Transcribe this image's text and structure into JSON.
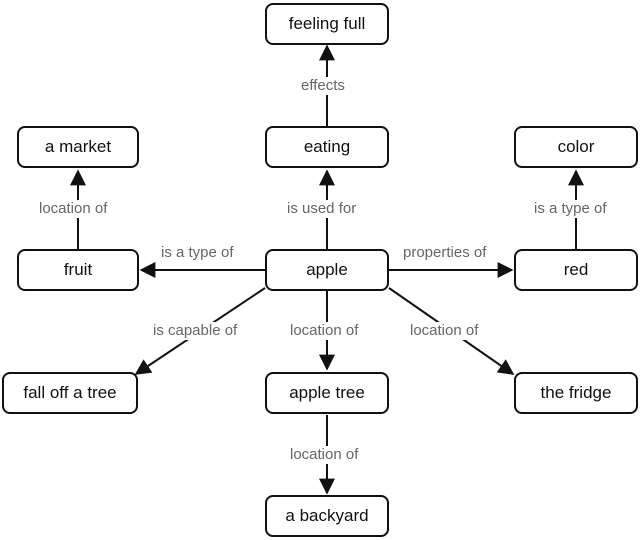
{
  "nodes": {
    "apple": "apple",
    "eating": "eating",
    "feeling_full": "feeling full",
    "fruit": "fruit",
    "a_market": "a market",
    "red": "red",
    "color": "color",
    "fall_off_a_tree": "fall off a tree",
    "apple_tree": "apple tree",
    "a_backyard": "a backyard",
    "the_fridge": "the fridge"
  },
  "edges": {
    "apple_eating": "is used for",
    "eating_feeling_full": "effects",
    "apple_fruit": "is a type of",
    "fruit_a_market": "location of",
    "apple_red": "properties of",
    "red_color": "is a type of",
    "apple_fall_off_a_tree": "is capable of",
    "apple_apple_tree": "location of",
    "apple_tree_a_backyard": "location of",
    "apple_the_fridge": "location of"
  }
}
